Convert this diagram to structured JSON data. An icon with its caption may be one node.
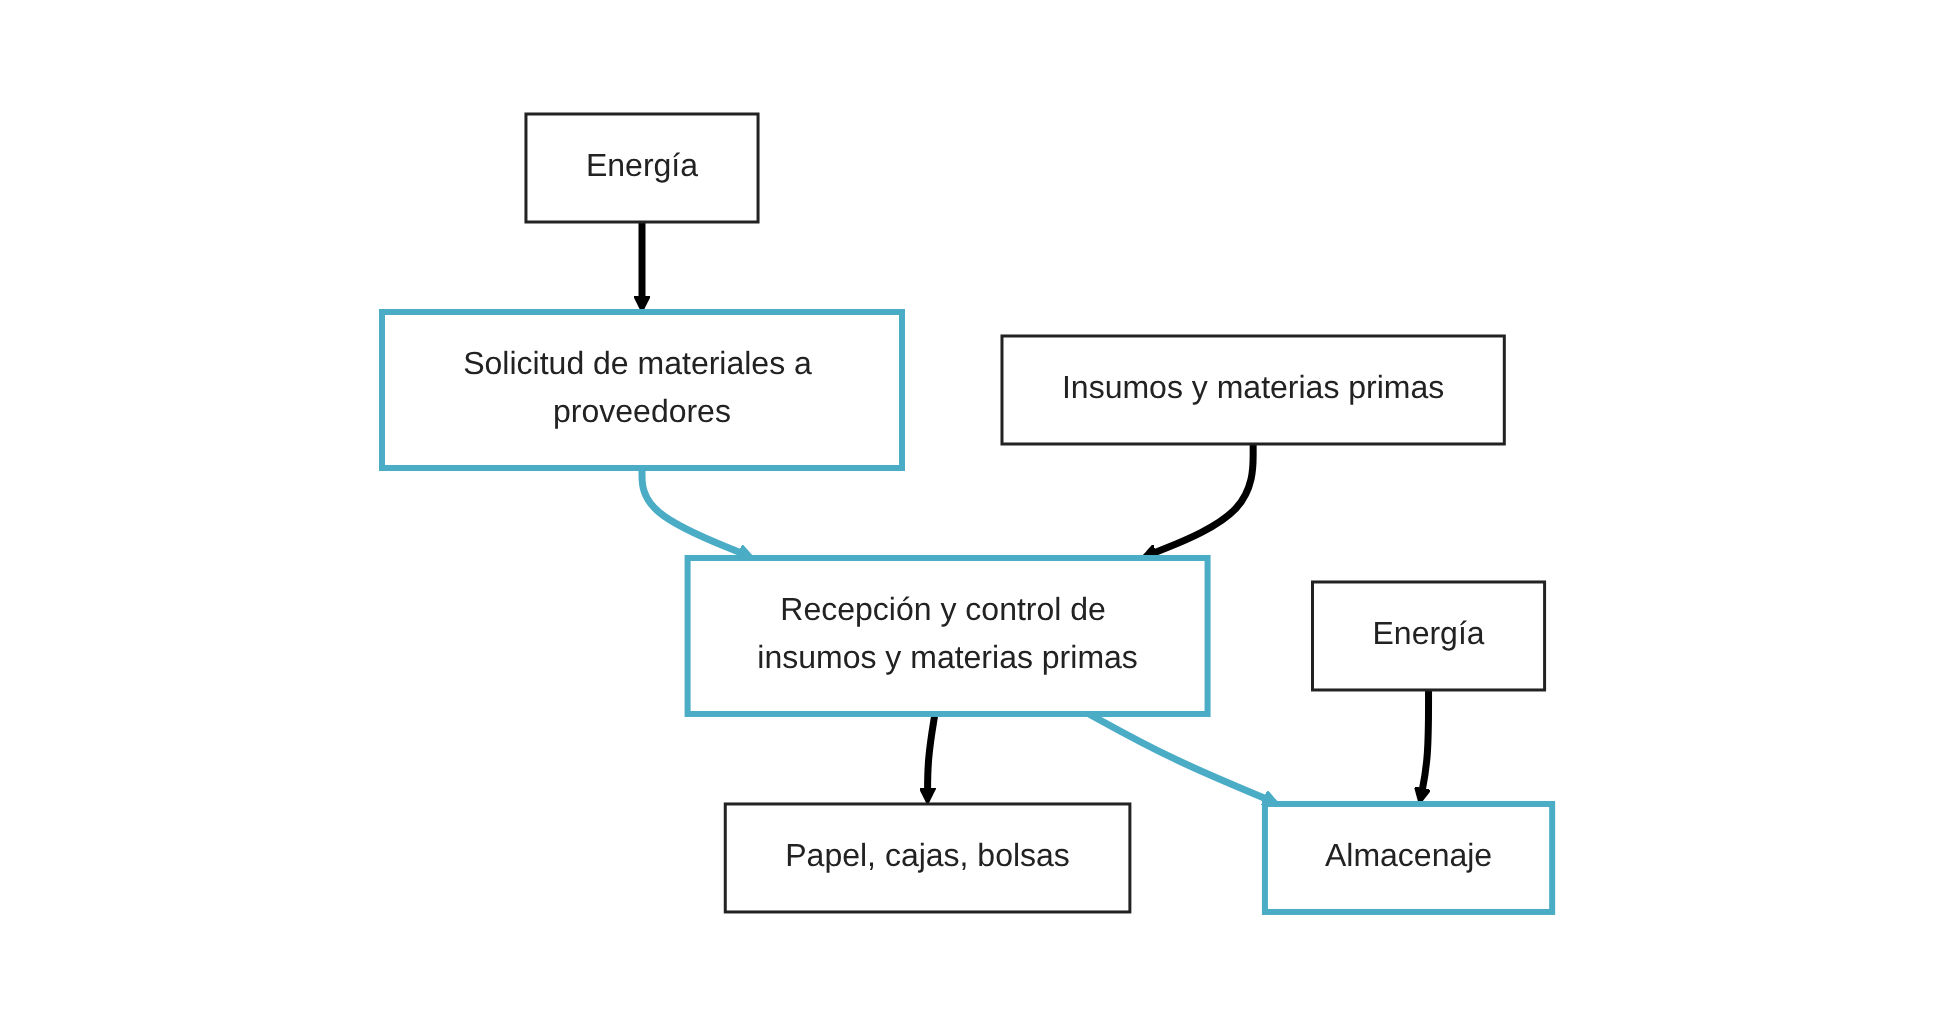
{
  "diagram": {
    "nodes": [
      {
        "text": [
          "Energía"
        ]
      },
      {
        "text": [
          "Solicitud de materiales a proveedores"
        ]
      },
      {
        "text": [
          "Insumos y materias primas"
        ]
      },
      {
        "text": [
          "Recepción y control de insumos y materias primas"
        ]
      },
      {
        "text": [
          "Papel, cajas, bolsas"
        ]
      },
      {
        "text": [
          "Energía"
        ]
      },
      {
        "text": [
          "Almacenaje"
        ]
      }
    ],
    "edges": [
      {
        "from": 0,
        "to": 1,
        "arrow": "to"
      },
      {
        "from": 1,
        "to": 3,
        "arrow": "to",
        "color": "#4bacc6"
      },
      {
        "from": 2,
        "to": 3,
        "arrow": "to"
      },
      {
        "from": 3,
        "to": 4,
        "arrow": "to"
      },
      {
        "from": 3,
        "to": 6,
        "arrow": "to",
        "color": "#4bacc6"
      },
      {
        "from": 5,
        "to": 6,
        "arrow": "to"
      }
    ]
  }
}
